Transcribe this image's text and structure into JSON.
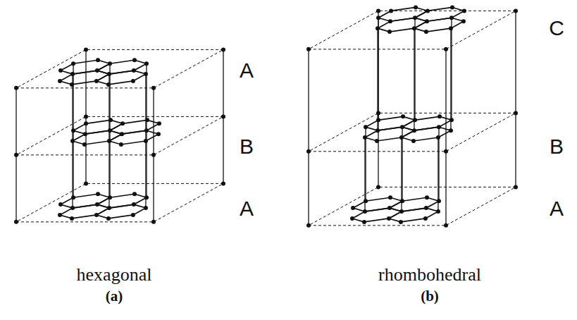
{
  "diagram": {
    "labels": [
      "A",
      "B",
      "A",
      "hexagonal",
      "(a)",
      "C",
      "B",
      "A",
      "rhombohedral",
      "(b)"
    ]
  }
}
